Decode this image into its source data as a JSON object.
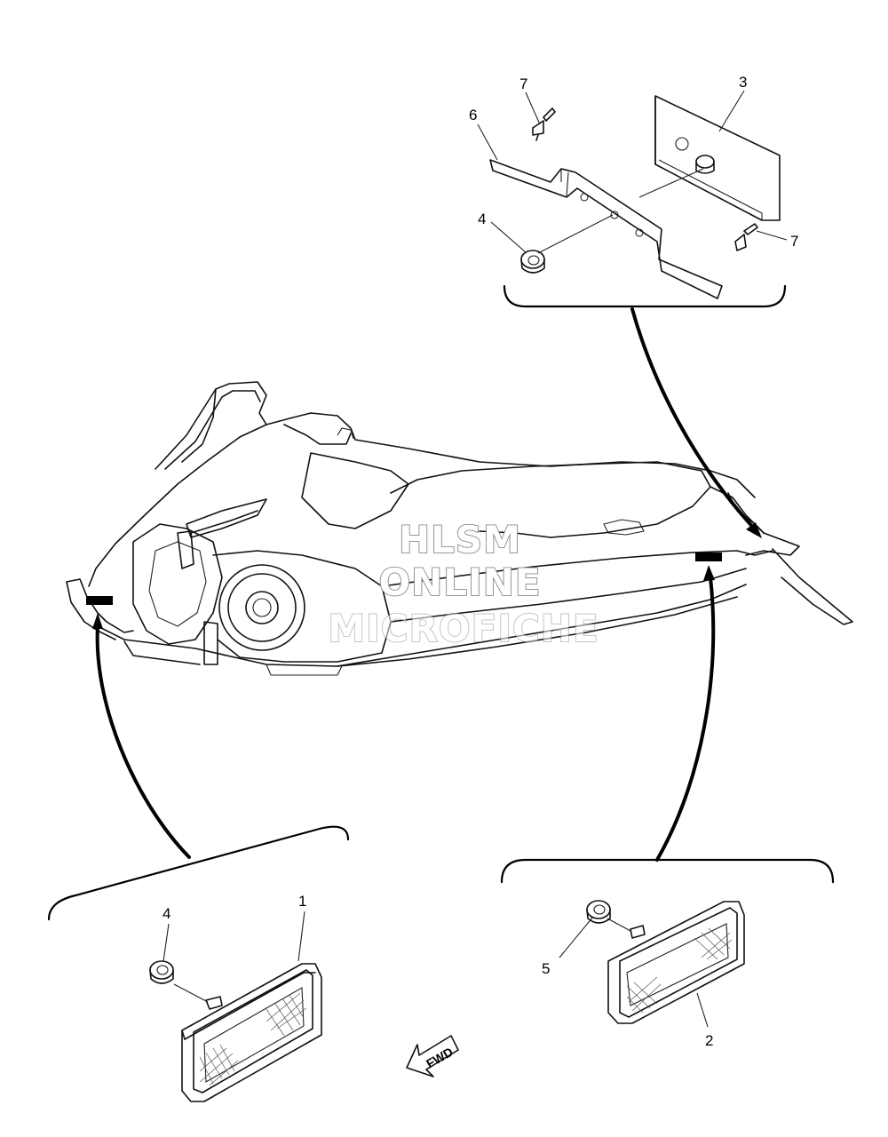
{
  "watermark": {
    "line1": "HLSM",
    "line2": "ONLINE",
    "line3": "MICROFICHE"
  },
  "fwd_label": "FWD",
  "part_labels": {
    "p1": "1",
    "p2": "2",
    "p3": "3",
    "p4_top": "4",
    "p4_bottom": "4",
    "p5": "5",
    "p6": "6",
    "p7_top": "7",
    "p7_right": "7"
  },
  "colors": {
    "line": "#111111",
    "watermark_outline": "#8a8a8a",
    "reflector_marker": "#000000"
  }
}
